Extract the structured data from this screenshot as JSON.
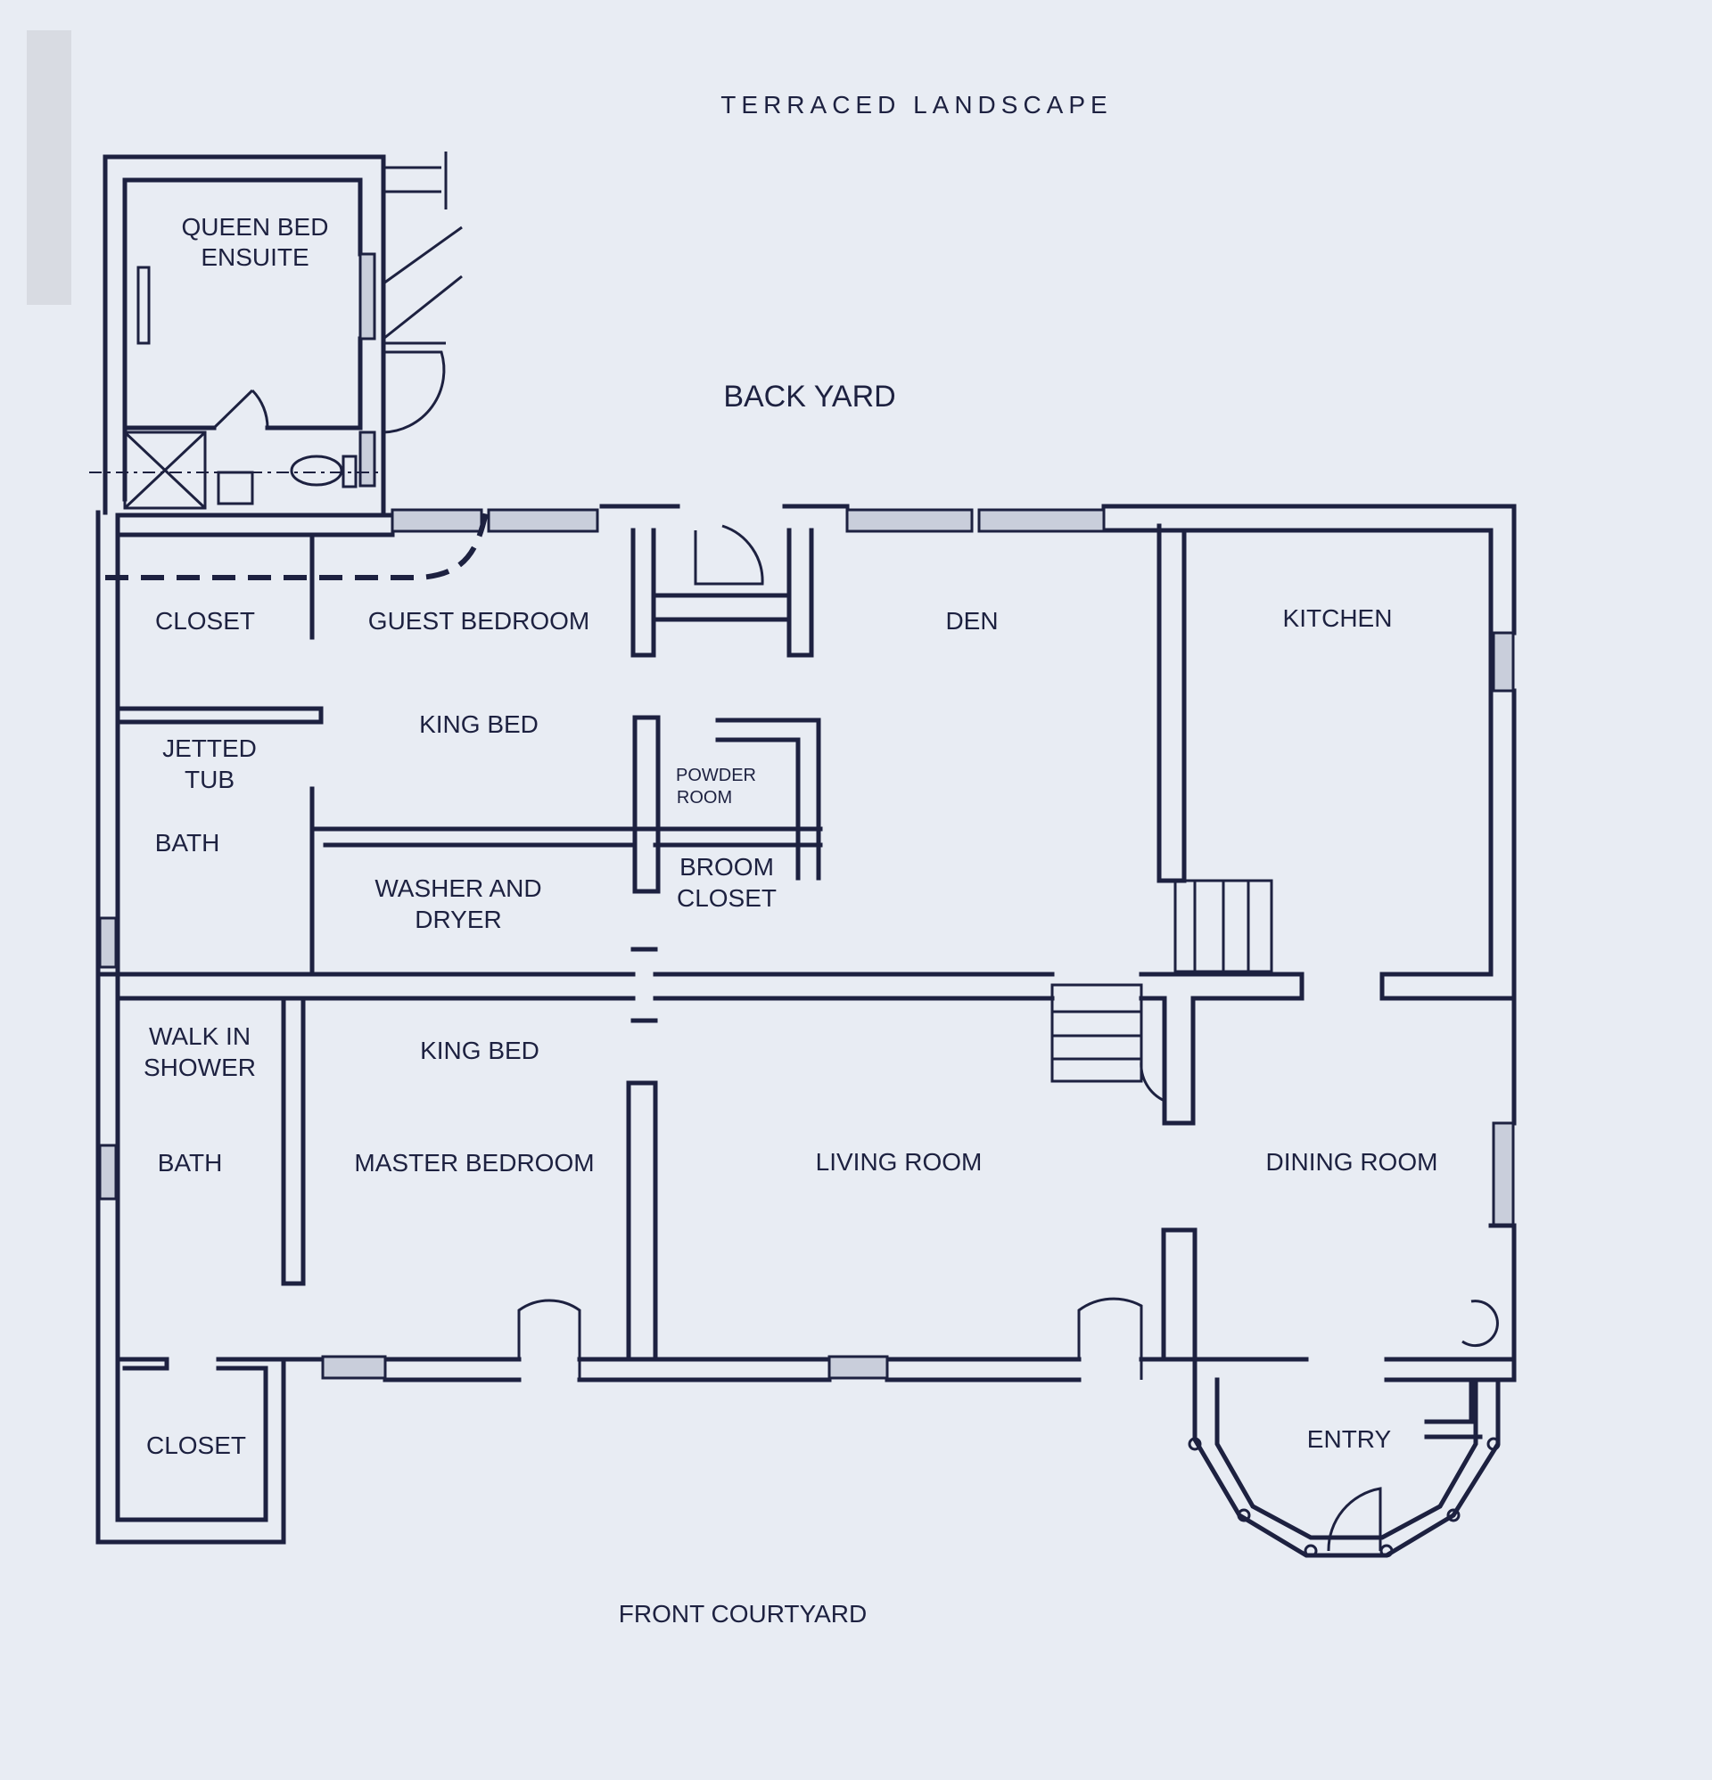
{
  "labels": {
    "terraced_landscape": "TERRACED LANDSCAPE",
    "back_yard": "BACK YARD",
    "front_courtyard": "FRONT COURTYARD",
    "queen_bed": "QUEEN BED",
    "ensuite": "ENSUITE",
    "closet_top": "CLOSET",
    "guest_bedroom": "GUEST BEDROOM",
    "den": "DEN",
    "kitchen": "KITCHEN",
    "king_bed_guest": "KING BED",
    "jetted": "JETTED",
    "tub": "TUB",
    "bath_top": "BATH",
    "powder": "POWDER",
    "room": "ROOM",
    "broom": "BROOM",
    "closet_broom": "CLOSET",
    "washer_and": "WASHER AND",
    "dryer": "DRYER",
    "walk_in": "WALK IN",
    "shower": "SHOWER",
    "king_bed_master": "KING BED",
    "bath_bottom": "BATH",
    "master_bedroom": "MASTER BEDROOM",
    "living_room": "LIVING ROOM",
    "dining_room": "DINING ROOM",
    "closet_bottom": "CLOSET",
    "entry": "ENTRY"
  },
  "colors": {
    "ink": "#1d2140",
    "paper": "#e8ecf3"
  }
}
